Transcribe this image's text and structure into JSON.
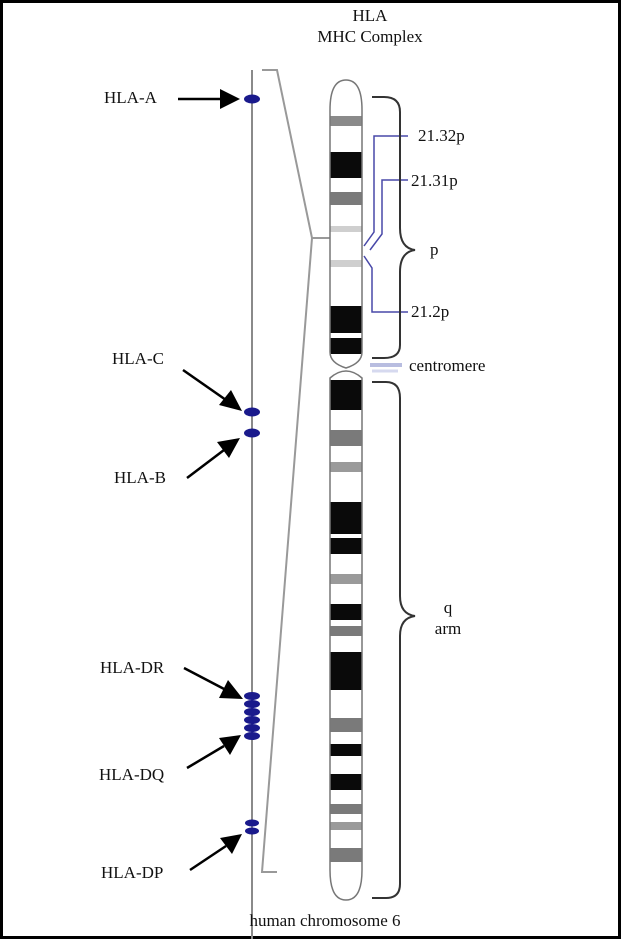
{
  "title": {
    "line1": "HLA",
    "line2": "MHC Complex"
  },
  "caption": "human chromosome 6",
  "genes": [
    "HLA-A",
    "HLA-C",
    "HLA-B",
    "HLA-DR",
    "HLA-DQ",
    "HLA-DP"
  ],
  "bands": {
    "b1": "21.32p",
    "b2": "21.31p",
    "b3": "21.2p"
  },
  "regions": {
    "p": "p",
    "centromere": "centromere",
    "q_line1": "q",
    "q_line2": "arm"
  },
  "colors": {
    "frame": "#000000",
    "gene_mark": "#1a1a8c",
    "band_leader": "#4848a8",
    "dark_band": "#0a0a0a",
    "grey_band": "#8a8a8a",
    "centromere_mark": "#b8bde0",
    "map_line": "#8a8a8a"
  }
}
